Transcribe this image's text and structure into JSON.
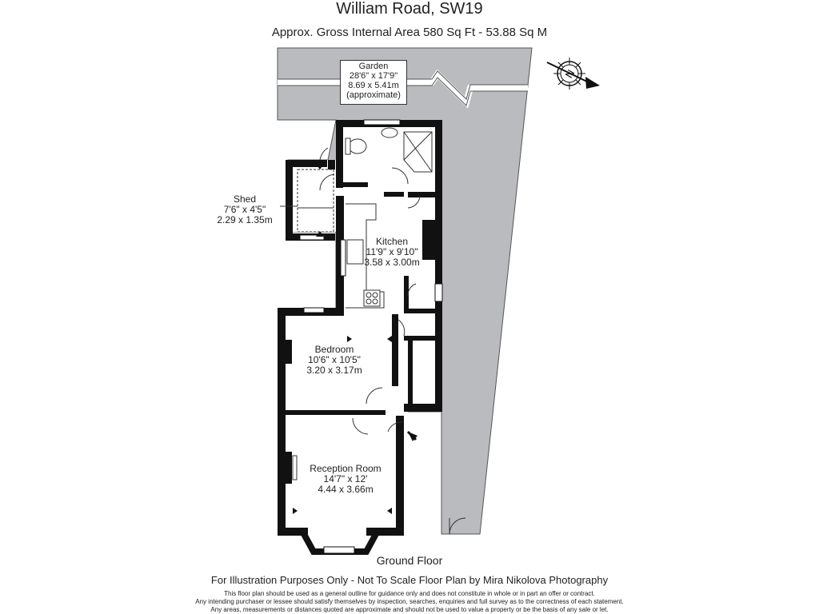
{
  "header": {
    "title": "William Road, SW19",
    "subtitle": "Approx. Gross Internal Area   580 Sq Ft  -  53.88 Sq M"
  },
  "rooms": {
    "garden": [
      "Garden",
      "28'6\" x 17'9\"",
      "8.69 x 5.41m",
      "(approximate)"
    ],
    "shed": [
      "Shed",
      "7'6\" x 4'5\"",
      "2.29 x 1.35m"
    ],
    "kitchen": [
      "Kitchen",
      "11'9\" x 9'10\"",
      "3.58 x 3.00m"
    ],
    "bedroom": [
      "Bedroom",
      "10'6\" x 10'5\"",
      "3.20 x 3.17m"
    ],
    "reception": [
      "Reception Room",
      "14'7\" x 12'",
      "4.44 x 3.66m"
    ]
  },
  "compass": {
    "letter": "N"
  },
  "footer": {
    "floor_label": "Ground Floor",
    "main": "For Illustration Purposes Only - Not To Scale  Floor Plan by  Mira Nikolova Photography",
    "disclaimer": [
      "This floor plan should be used as a general outline for guidance only and does not constitute in whole or in part an offer or contract.",
      "Any intending purchaser or lessee should satisfy themselves by inspection, searches, enquiries and full survey as to the correctness of each statement.",
      "Any areas, measurements or distances quoted are approximate and should not be used to value a property or be the basis of any sale or let."
    ]
  },
  "colors": {
    "wall": "#111111",
    "garden": "#b9bbbe",
    "line": "#444444"
  }
}
